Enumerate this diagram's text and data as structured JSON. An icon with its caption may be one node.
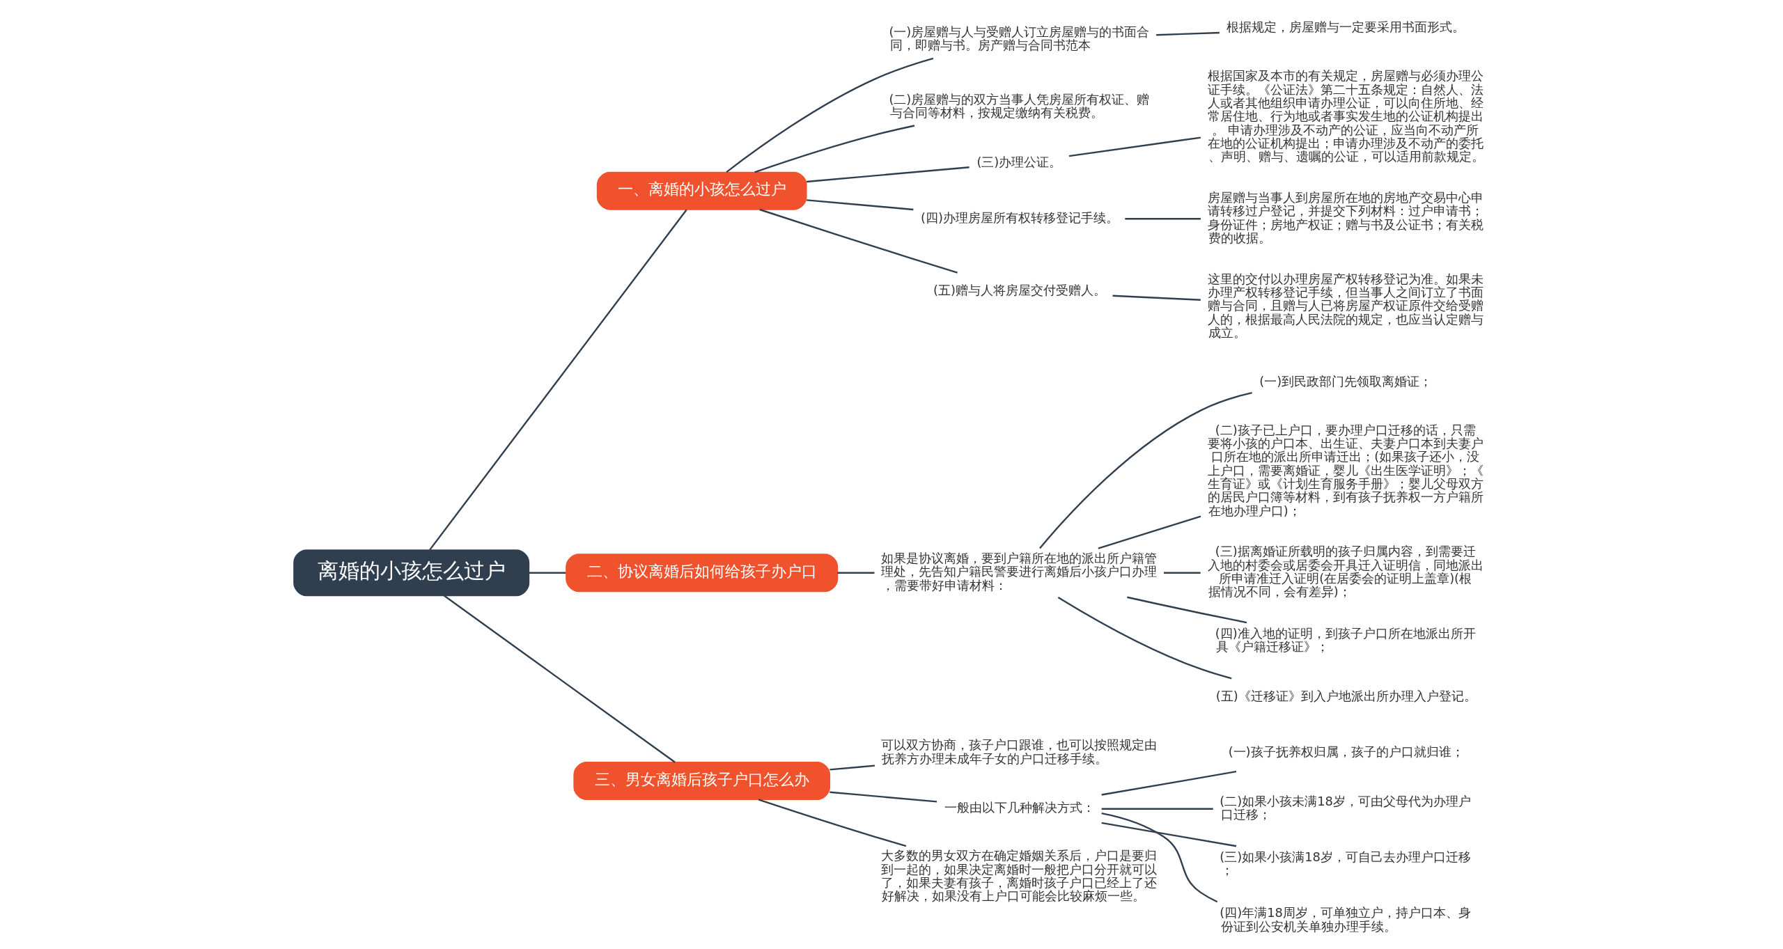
{
  "diagram": {
    "nodes": [
      {
        "text": [
          "离婚的小孩怎么过户"
        ]
      },
      {
        "text": [
          "一、离婚的小孩怎么过户"
        ]
      },
      {
        "text": [
          "(一)房屋赠与人与受赠人订立房屋赠与的书面合同，即赠与书。房产赠与合同书范本"
        ]
      },
      {
        "text": [
          "根据规定，房屋赠与一定要采用书面形式。"
        ]
      },
      {
        "text": [
          "(二)房屋赠与的双方当事人凭房屋所有权证、赠与合同等材料，按规定缴纳有关税费。"
        ]
      },
      {
        "text": [
          "(三)办理公证。"
        ]
      },
      {
        "text": [
          "根据国家及本市的有关规定，房屋赠与必须办理公证手续。《公证法》第二十五条规定：自然人、法人或者其他组织申请办理公证，可以向住所地、经常居住地、行为地或者事实发生地的公证机构提出。 申请办理涉及不动产的公证，应当向不动产所在地的公证机构提出；申请办理涉及不动产的委托、声明、赠与、遗嘱的公证，可以适用前款规定。"
        ]
      },
      {
        "text": [
          "(四)办理房屋所有权转移登记手续。"
        ]
      },
      {
        "text": [
          "房屋赠与当事人到房屋所在地的房地产交易中心申请转移过户登记，并提交下列材料：过户申请书；身份证件；房地产权证；赠与书及公证书；有关税费的收据。"
        ]
      },
      {
        "text": [
          "(五)赠与人将房屋交付受赠人。"
        ]
      },
      {
        "text": [
          "这里的交付以办理房屋产权转移登记为准。如果未办理产权转移登记手续，但当事人之间订立了书面赠与合同，且赠与人已将房屋产权证原件交给受赠人的，根据最高人民法院的规定，也应当认定赠与成立。"
        ]
      },
      {
        "text": [
          "二、协议离婚后如何给孩子办户口"
        ]
      },
      {
        "text": [
          "如果是协议离婚，要到户籍所在地的派出所户籍管理处，先告知户籍民警要进行离婚后小孩户口办理，需要带好申请材料："
        ]
      },
      {
        "text": [
          "(一)到民政部门先领取离婚证；"
        ]
      },
      {
        "text": [
          "(二)孩子已上户口，要办理户口迁移的话，只需要将小孩的户口本、出生证、夫妻户口本到夫妻户口所在地的派出所申请迁出；(如果孩子还小，没上户口，需要离婚证，婴儿《出生医学证明》；《生育证》或《计划生育服务手册》；婴儿父母双方的居民户口簿等材料，到有孩子抚养权一方户籍所在地办理户口)；"
        ]
      },
      {
        "text": [
          "(三)据离婚证所载明的孩子归属内容，到需要迁入地的村委会或居委会开具迁入证明信，同地派出所申请准迁入证明(在居委会的证明上盖章)(根据情况不同，会有差异)；"
        ]
      },
      {
        "text": [
          "(四)准入地的证明，到孩子户口所在地派出所开具《户籍迁移证》；"
        ]
      },
      {
        "text": [
          "(五)《迁移证》到入户地派出所办理入户登记。"
        ]
      },
      {
        "text": [
          "三、男女离婚后孩子户口怎么办"
        ]
      },
      {
        "text": [
          "可以双方协商，孩子户口跟谁，也可以按照规定由抚养方办理未成年子女的户口迁移手续。"
        ]
      },
      {
        "text": [
          "一般由以下几种解决方式："
        ]
      },
      {
        "text": [
          "(一)孩子抚养权归属，孩子的户口就归谁；"
        ]
      },
      {
        "text": [
          "(二)如果小孩未满18岁，可由父母代为办理户口迁移；"
        ]
      },
      {
        "text": [
          "(三)如果小孩满18岁，可自己去办理户口迁移；"
        ]
      },
      {
        "text": [
          "(四)年满18周岁，可单独立户，持户口本、身份证到公安机关单独办理手续。"
        ]
      },
      {
        "text": [
          "大多数的男女双方在确定婚姻关系后，户口是要归到一起的，如果决定离婚时一般把户口分开就可以了，如果夫妻有孩子，离婚时孩子户口已经上了还好解决，如果没有上户口可能会比较麻烦一些。"
        ]
      }
    ],
    "edges": [
      {
        "from": 0,
        "to": 1,
        "arrow": "none"
      },
      {
        "from": 1,
        "to": 2,
        "arrow": "none"
      },
      {
        "from": 2,
        "to": 3,
        "arrow": "none"
      },
      {
        "from": 1,
        "to": 4,
        "arrow": "none"
      },
      {
        "from": 1,
        "to": 5,
        "arrow": "none"
      },
      {
        "from": 5,
        "to": 6,
        "arrow": "none"
      },
      {
        "from": 1,
        "to": 7,
        "arrow": "none"
      },
      {
        "from": 7,
        "to": 8,
        "arrow": "none"
      },
      {
        "from": 1,
        "to": 9,
        "arrow": "none"
      },
      {
        "from": 9,
        "to": 10,
        "arrow": "none"
      },
      {
        "from": 0,
        "to": 11,
        "arrow": "none"
      },
      {
        "from": 11,
        "to": 12,
        "arrow": "none"
      },
      {
        "from": 12,
        "to": 13,
        "arrow": "none"
      },
      {
        "from": 12,
        "to": 14,
        "arrow": "none"
      },
      {
        "from": 12,
        "to": 15,
        "arrow": "none"
      },
      {
        "from": 12,
        "to": 16,
        "arrow": "none"
      },
      {
        "from": 12,
        "to": 17,
        "arrow": "none"
      },
      {
        "from": 0,
        "to": 18,
        "arrow": "none"
      },
      {
        "from": 18,
        "to": 19,
        "arrow": "none"
      },
      {
        "from": 18,
        "to": 20,
        "arrow": "none"
      },
      {
        "from": 20,
        "to": 21,
        "arrow": "none"
      },
      {
        "from": 20,
        "to": 22,
        "arrow": "none"
      },
      {
        "from": 20,
        "to": 23,
        "arrow": "none"
      },
      {
        "from": 20,
        "to": 24,
        "arrow": "none"
      },
      {
        "from": 18,
        "to": 25,
        "arrow": "none"
      }
    ]
  }
}
